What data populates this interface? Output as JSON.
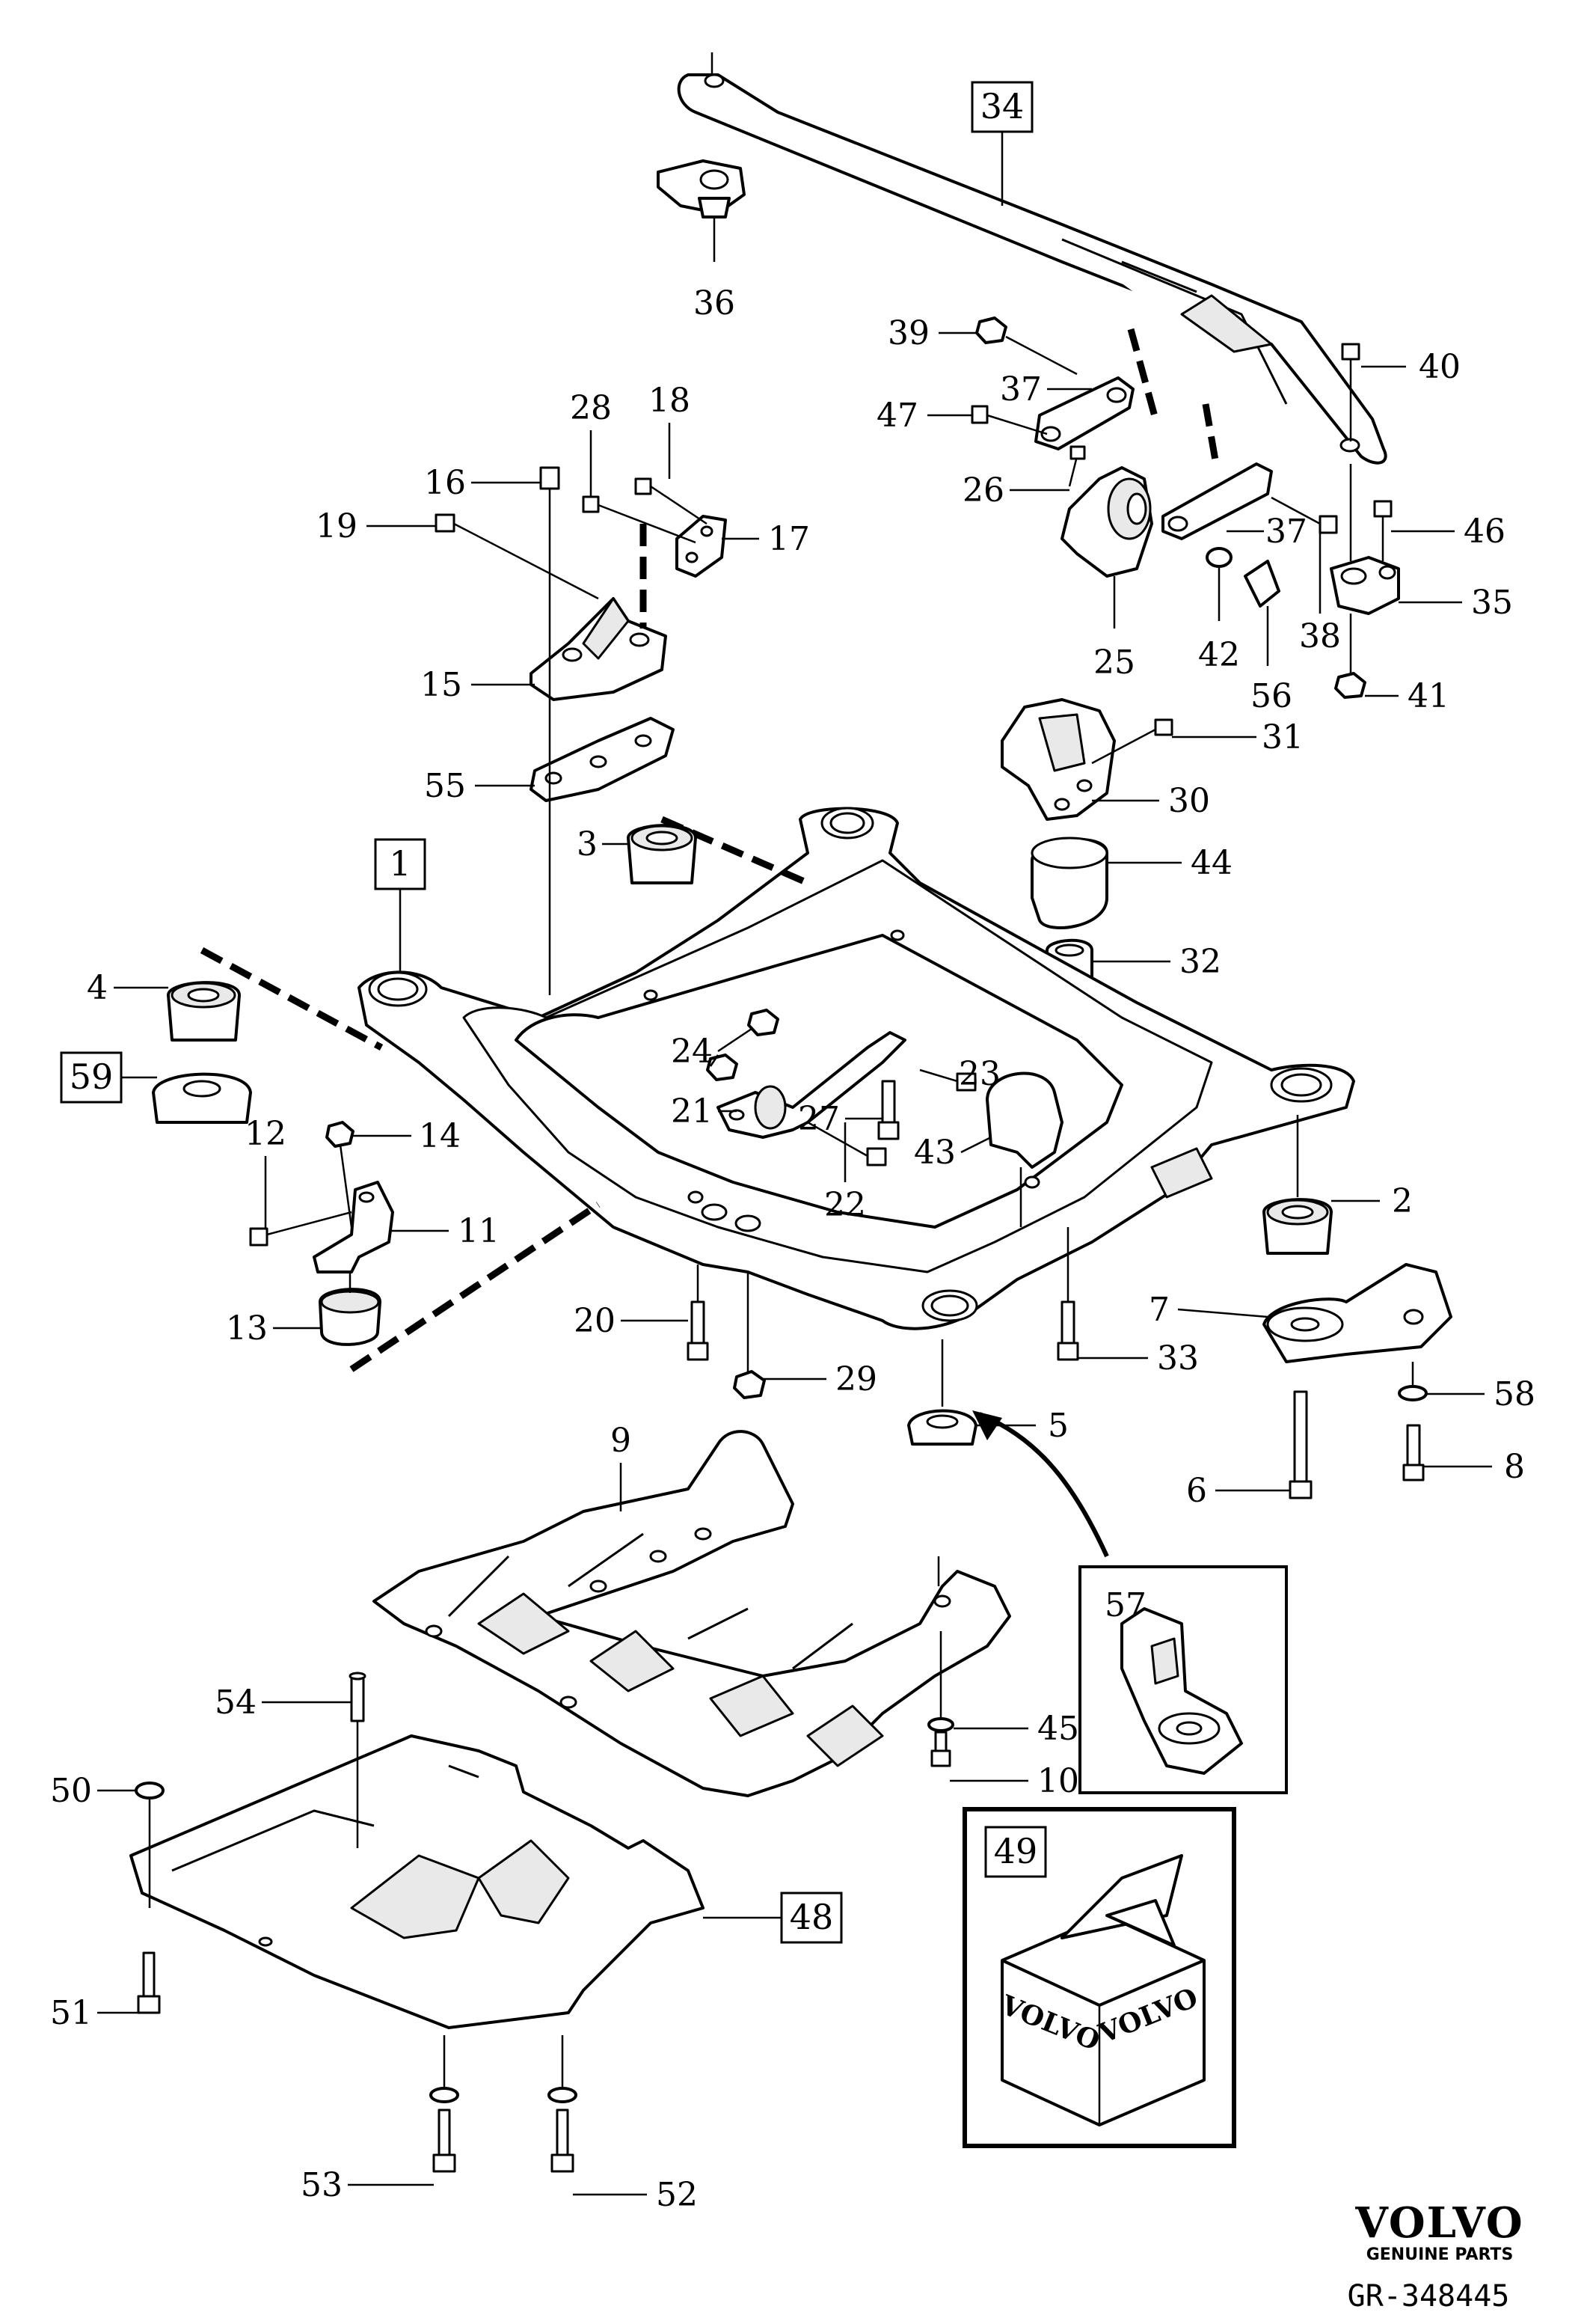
{
  "diagram": {
    "callouts": {
      "c1": "1",
      "c2": "2",
      "c3": "3",
      "c4": "4",
      "c5": "5",
      "c6": "6",
      "c7": "7",
      "c8": "8",
      "c9": "9",
      "c10": "10",
      "c11": "11",
      "c12": "12",
      "c13": "13",
      "c14": "14",
      "c15": "15",
      "c16": "16",
      "c17": "17",
      "c18": "18",
      "c19": "19",
      "c20": "20",
      "c21": "21",
      "c22": "22",
      "c23": "23",
      "c24": "24",
      "c25": "25",
      "c26": "26",
      "c27": "27",
      "c28": "28",
      "c29": "29",
      "c30": "30",
      "c31": "31",
      "c32": "32",
      "c33": "33",
      "c34": "34",
      "c35": "35",
      "c36": "36",
      "c37a": "37",
      "c37b": "37",
      "c38": "38",
      "c39": "39",
      "c40": "40",
      "c41": "41",
      "c42": "42",
      "c43": "43",
      "c44": "44",
      "c45": "45",
      "c46": "46",
      "c47": "47",
      "c48": "48",
      "c49": "49",
      "c50": "50",
      "c51": "51",
      "c52": "52",
      "c53": "53",
      "c54": "54",
      "c55": "55",
      "c56": "56",
      "c57": "57",
      "c58": "58",
      "c59": "59"
    },
    "box_print": "VOLVO",
    "brand": {
      "logo_text": "VOLVO",
      "logo_subtext": "GENUINE PARTS"
    },
    "reference": "GR-348445"
  }
}
